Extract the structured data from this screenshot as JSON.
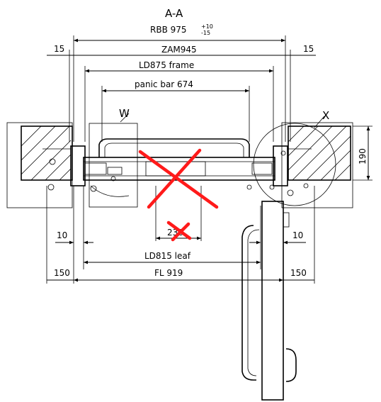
{
  "drawing": {
    "section_title": "A-A",
    "rbb_label": "RBB 975",
    "rbb_tol_plus": "+10",
    "rbb_tol_minus": "-15",
    "zam_label": "ZAM945",
    "left_margin_top": "15",
    "right_margin_top": "15",
    "ld_frame_label": "LD875  frame",
    "panic_bar_label": "panic bar 674",
    "detail_w": "W",
    "detail_x": "X",
    "wall_depth": "190",
    "small_dim": "236",
    "ld_leaf_label": "LD815  leaf",
    "left_gap": "10",
    "right_gap": "10",
    "fl_label": "FL 919",
    "left_side": "150",
    "right_side": "150"
  },
  "colors": {
    "line": "#000000",
    "cross": "#ff1a1a",
    "background": "#ffffff"
  }
}
